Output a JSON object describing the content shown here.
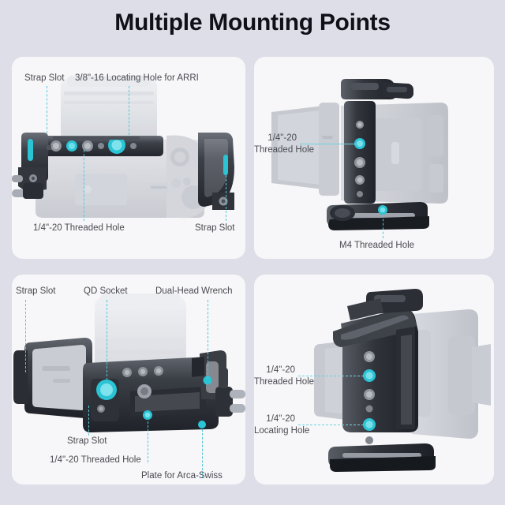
{
  "page": {
    "title": "Multiple Mounting Points",
    "background_color": "#dedee8",
    "panel_color": "#f7f7f9",
    "accent_color": "#2bc4d4",
    "label_color": "#4a4a52",
    "leader_color": "#52c8d8"
  },
  "panels": [
    {
      "id": "top-left",
      "view": "camera-cage-top-view",
      "labels": [
        {
          "text": "Strap Slot",
          "pos": "top-left"
        },
        {
          "text": "3/8\"-16 Locating Hole for ARRI",
          "pos": "top-center"
        },
        {
          "text": "1/4\"-20 Threaded Hole",
          "pos": "bottom-center"
        },
        {
          "text": "Strap Slot",
          "pos": "bottom-right"
        }
      ]
    },
    {
      "id": "top-right",
      "view": "camera-cage-side-view",
      "labels": [
        {
          "text_line1": "1/4\"-20",
          "text_line2": "Threaded Hole",
          "pos": "left-middle"
        },
        {
          "text": "M4 Threaded Hole",
          "pos": "bottom-center"
        }
      ]
    },
    {
      "id": "bottom-left",
      "view": "camera-cage-bottom-view",
      "labels": [
        {
          "text": "Strap Slot",
          "pos": "top-left"
        },
        {
          "text": "QD Socket",
          "pos": "top-center"
        },
        {
          "text": "Dual-Head Wrench",
          "pos": "top-right"
        },
        {
          "text": "Strap Slot",
          "pos": "bottom-left"
        },
        {
          "text": "1/4\"-20 Threaded Hole",
          "pos": "bottom-center"
        },
        {
          "text": "Plate for Arca-Swiss",
          "pos": "bottom-right"
        }
      ]
    },
    {
      "id": "bottom-right",
      "view": "camera-cage-rear-side-view",
      "labels": [
        {
          "text_line1": "1/4\"-20",
          "text_line2": "Threaded Hole",
          "pos": "left-upper"
        },
        {
          "text_line1": "1/4\"-20",
          "text_line2": "Locating Hole",
          "pos": "left-lower"
        }
      ]
    }
  ]
}
